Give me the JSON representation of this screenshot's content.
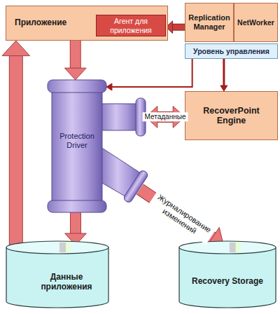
{
  "diagram": {
    "nodes": [
      {
        "text": [
          "Приложение"
        ]
      },
      {
        "text": [
          "Агент для приложения"
        ],
        "in": 0
      },
      {
        "text": [
          "Replication Manager"
        ]
      },
      {
        "text": [
          "NetWorker"
        ]
      },
      {
        "text": [
          "Уровень управления"
        ]
      },
      {
        "text": [
          "Protection Driver"
        ]
      },
      {
        "text": [
          "RecoverPoint Engine"
        ]
      },
      {
        "text": [
          "Данные приложения"
        ]
      },
      {
        "text": [
          "Recovery Storage"
        ]
      }
    ],
    "edges": [
      {
        "from": 2,
        "to": 1,
        "arrow": "to"
      },
      {
        "from": 0,
        "to": 5,
        "arrow": "to"
      },
      {
        "from": 5,
        "to": 7,
        "arrow": "to"
      },
      {
        "from": 7,
        "to": 0,
        "arrow": "to"
      },
      {
        "from": 5,
        "to": 6,
        "label": "Метаданные",
        "arrow": "both"
      },
      {
        "from": 5,
        "to": 8,
        "label": "Журналирование изменений",
        "arrow": "to"
      },
      {
        "from": 4,
        "to": 5,
        "arrow": "to"
      },
      {
        "from": 4,
        "to": 6,
        "arrow": "to"
      }
    ]
  }
}
